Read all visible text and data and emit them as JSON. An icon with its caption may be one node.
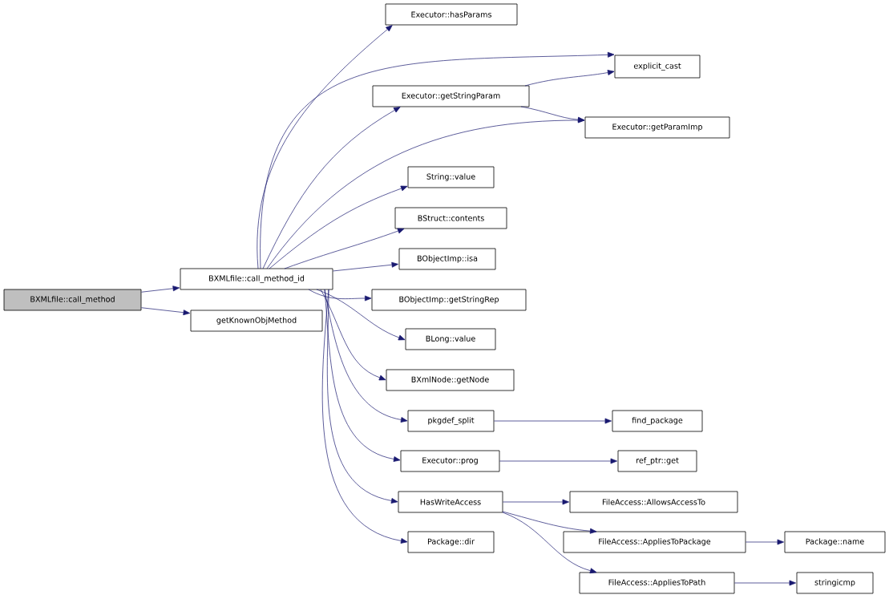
{
  "diagram": {
    "nodes": [
      {
        "text": [
          "BXMLfile::call_method"
        ]
      },
      {
        "text": [
          "BXMLfile::call_method_id"
        ]
      },
      {
        "text": [
          "getKnownObjMethod"
        ]
      },
      {
        "text": [
          "Executor::hasParams"
        ]
      },
      {
        "text": [
          "explicit_cast"
        ]
      },
      {
        "text": [
          "Executor::getStringParam"
        ]
      },
      {
        "text": [
          "Executor::getParamImp"
        ]
      },
      {
        "text": [
          "String::value"
        ]
      },
      {
        "text": [
          "BStruct::contents"
        ]
      },
      {
        "text": [
          "BObjectImp::isa"
        ]
      },
      {
        "text": [
          "BObjectImp::getStringRep"
        ]
      },
      {
        "text": [
          "BLong::value"
        ]
      },
      {
        "text": [
          "BXmlNode::getNode"
        ]
      },
      {
        "text": [
          "pkgdef_split"
        ]
      },
      {
        "text": [
          "find_package"
        ]
      },
      {
        "text": [
          "Executor::prog"
        ]
      },
      {
        "text": [
          "ref_ptr::get"
        ]
      },
      {
        "text": [
          "HasWriteAccess"
        ]
      },
      {
        "text": [
          "FileAccess::AllowsAccessTo"
        ]
      },
      {
        "text": [
          "Package::dir"
        ]
      },
      {
        "text": [
          "FileAccess::AppliesToPackage"
        ]
      },
      {
        "text": [
          "Package::name"
        ]
      },
      {
        "text": [
          "FileAccess::AppliesToPath"
        ]
      },
      {
        "text": [
          "stringicmp"
        ]
      }
    ],
    "edges": [
      {
        "from": 0,
        "to": 1,
        "arrow": "to"
      },
      {
        "from": 0,
        "to": 2,
        "arrow": "to"
      },
      {
        "from": 1,
        "to": 3,
        "arrow": "to"
      },
      {
        "from": 1,
        "to": 4,
        "arrow": "to"
      },
      {
        "from": 1,
        "to": 5,
        "arrow": "to"
      },
      {
        "from": 1,
        "to": 6,
        "arrow": "to"
      },
      {
        "from": 1,
        "to": 7,
        "arrow": "to"
      },
      {
        "from": 1,
        "to": 8,
        "arrow": "to"
      },
      {
        "from": 1,
        "to": 9,
        "arrow": "to"
      },
      {
        "from": 1,
        "to": 10,
        "arrow": "to"
      },
      {
        "from": 1,
        "to": 11,
        "arrow": "to"
      },
      {
        "from": 1,
        "to": 12,
        "arrow": "to"
      },
      {
        "from": 1,
        "to": 13,
        "arrow": "to"
      },
      {
        "from": 1,
        "to": 15,
        "arrow": "to"
      },
      {
        "from": 1,
        "to": 17,
        "arrow": "to"
      },
      {
        "from": 1,
        "to": 19,
        "arrow": "to"
      },
      {
        "from": 5,
        "to": 4,
        "arrow": "to"
      },
      {
        "from": 5,
        "to": 6,
        "arrow": "to"
      },
      {
        "from": 13,
        "to": 14,
        "arrow": "to"
      },
      {
        "from": 15,
        "to": 16,
        "arrow": "to"
      },
      {
        "from": 17,
        "to": 18,
        "arrow": "to"
      },
      {
        "from": 17,
        "to": 20,
        "arrow": "to"
      },
      {
        "from": 17,
        "to": 22,
        "arrow": "to"
      },
      {
        "from": 20,
        "to": 21,
        "arrow": "to"
      },
      {
        "from": 22,
        "to": 23,
        "arrow": "to"
      }
    ]
  }
}
